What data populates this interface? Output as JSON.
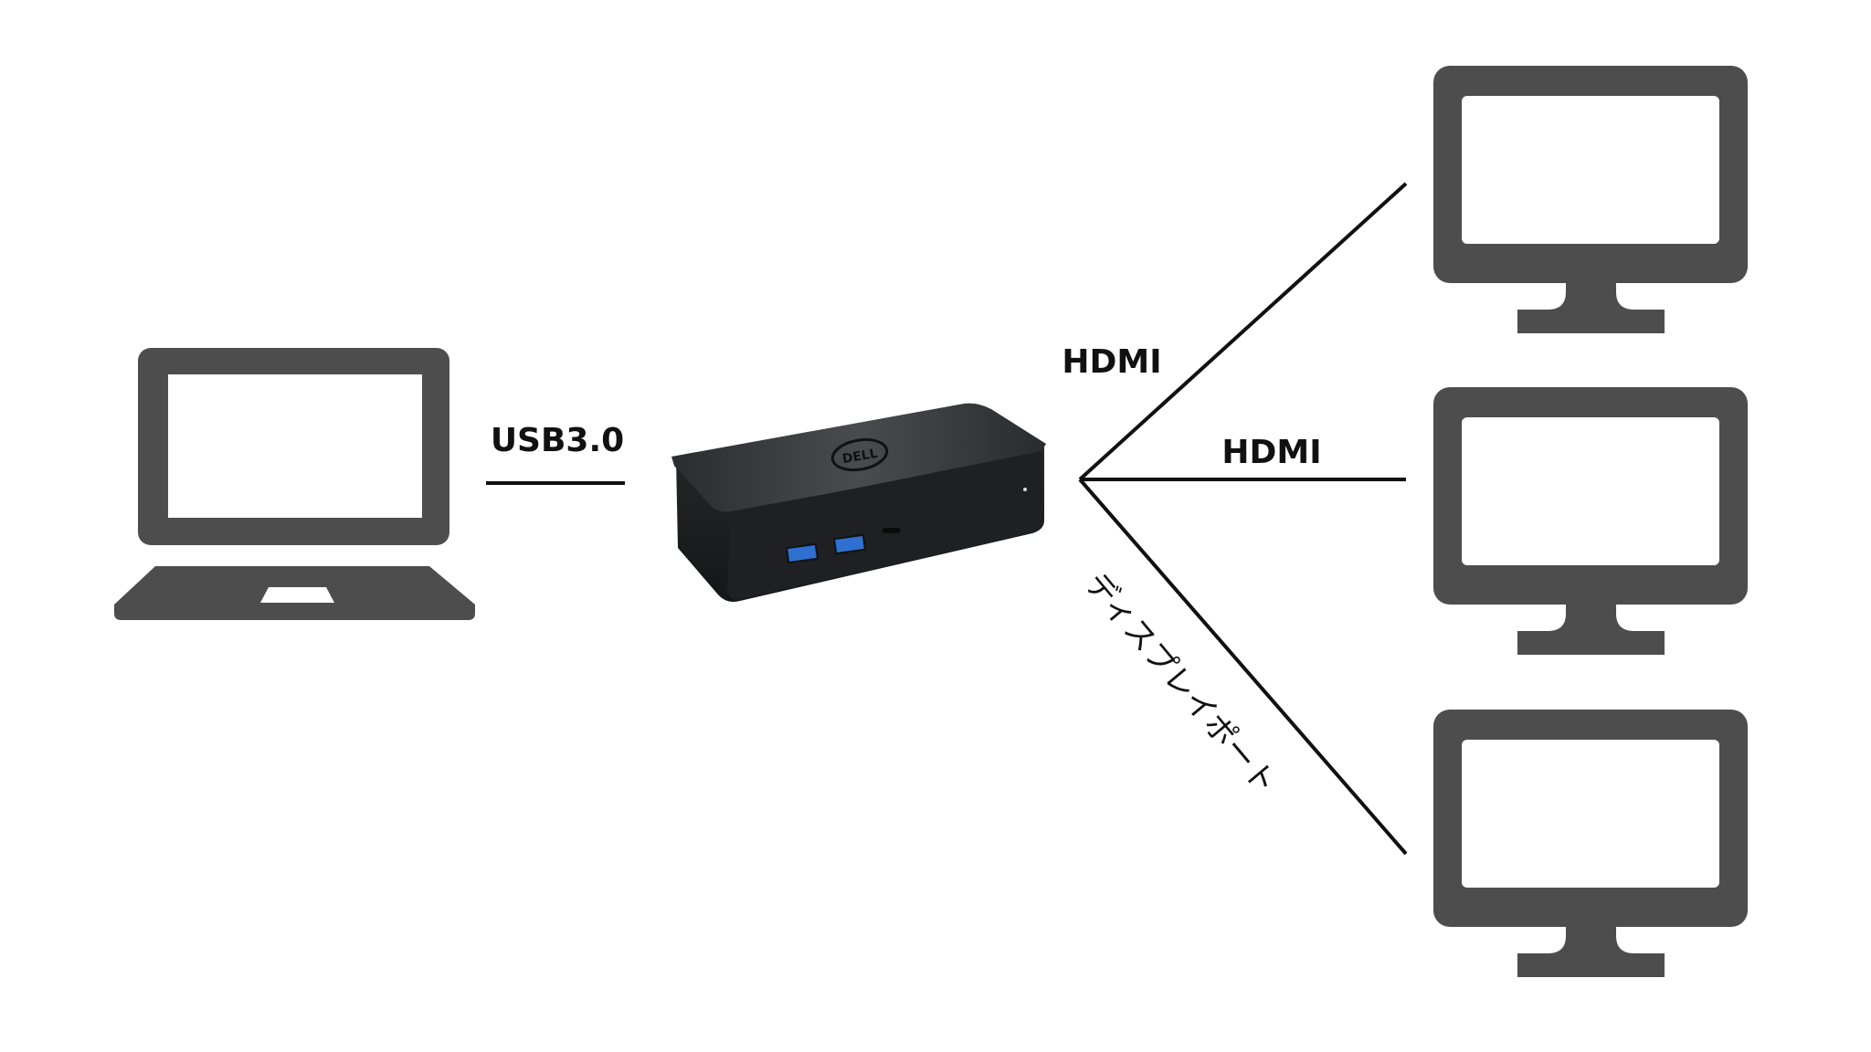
{
  "colors": {
    "icon": "#4d4d4d",
    "line": "#111111",
    "dock": "#1e1f21"
  },
  "source": {
    "device": "laptop-icon"
  },
  "hub": {
    "device": "docking-station",
    "logo": "DELL"
  },
  "connections": [
    {
      "label": "USB3.0",
      "from": "laptop",
      "to": "docking-station"
    },
    {
      "label": "HDMI",
      "from": "docking-station",
      "to": "monitor-1"
    },
    {
      "label": "HDMI",
      "from": "docking-station",
      "to": "monitor-2"
    },
    {
      "label": "ディスプレイポート",
      "from": "docking-station",
      "to": "monitor-3"
    }
  ],
  "displays": [
    {
      "device": "monitor-icon"
    },
    {
      "device": "monitor-icon"
    },
    {
      "device": "monitor-icon"
    }
  ]
}
